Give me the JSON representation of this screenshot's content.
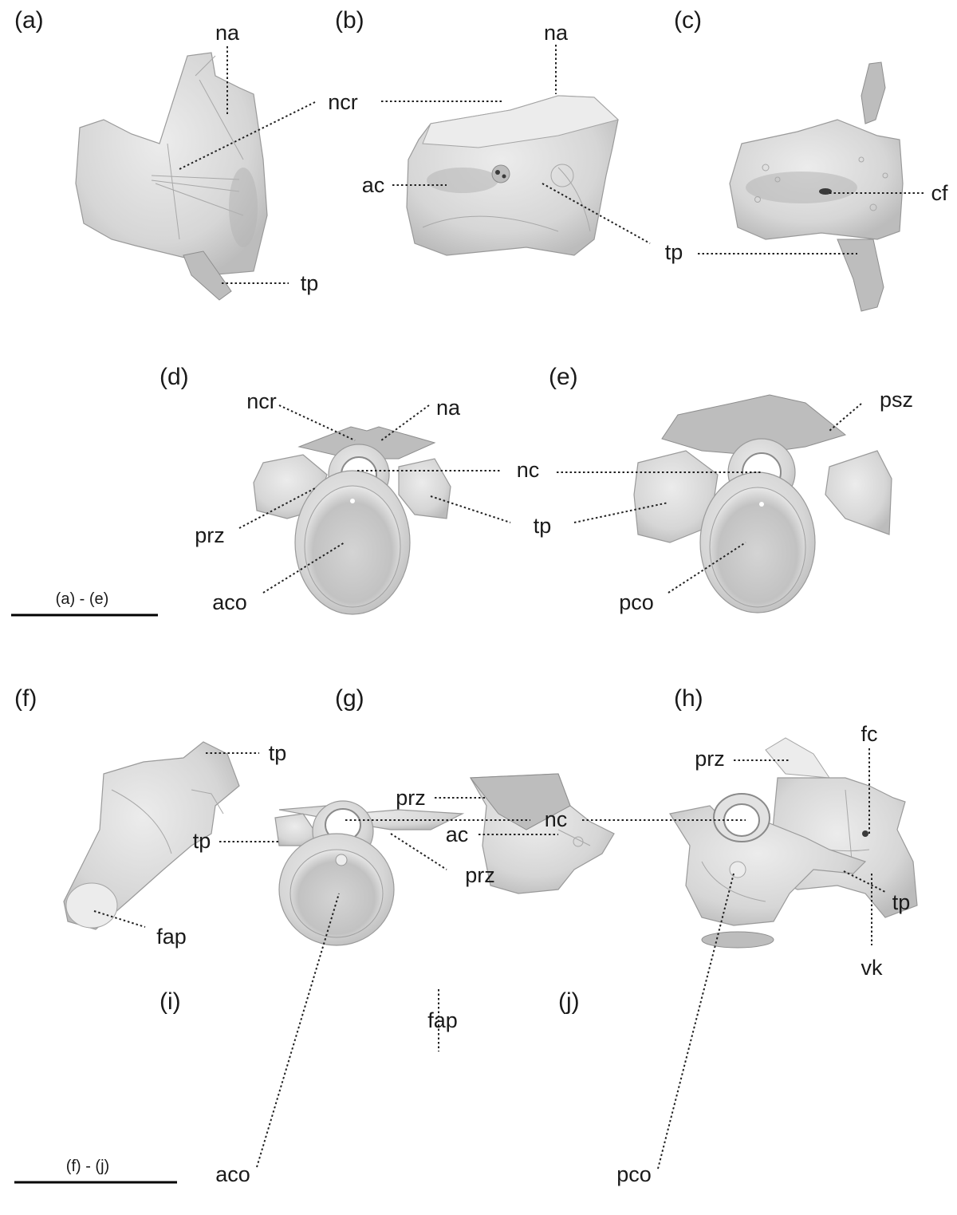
{
  "panels": [
    {
      "id": "a",
      "label": "(a)"
    },
    {
      "id": "b",
      "label": "(b)"
    },
    {
      "id": "c",
      "label": "(c)"
    },
    {
      "id": "d",
      "label": "(d)"
    },
    {
      "id": "e",
      "label": "(e)"
    },
    {
      "id": "f",
      "label": "(f)"
    },
    {
      "id": "g",
      "label": "(g)"
    },
    {
      "id": "h",
      "label": "(h)"
    },
    {
      "id": "i",
      "label": "(i)"
    },
    {
      "id": "j",
      "label": "(j)"
    }
  ],
  "annotations": {
    "a": [
      "na",
      "ncr",
      "tp"
    ],
    "b": [
      "na",
      "ac",
      "tp"
    ],
    "c": [
      "cf"
    ],
    "d": [
      "ncr",
      "na",
      "nc",
      "prz",
      "tp",
      "aco"
    ],
    "e": [
      "psz",
      "pco"
    ],
    "f": [
      "tp",
      "fap"
    ],
    "g": [
      "prz",
      "ac"
    ],
    "h": [
      "prz",
      "fc",
      "vk"
    ],
    "i": [
      "fap",
      "nc",
      "tp",
      "prz",
      "aco"
    ],
    "j": [
      "tp",
      "pco"
    ]
  },
  "scale_bars": [
    {
      "label": "(a) - (e)"
    },
    {
      "label": "(f) - (j)"
    }
  ],
  "colors": {
    "bone": "#dcdcdc",
    "bone_shadow": "#b4b4b4",
    "leader": "#222222",
    "text": "#1a1a1a"
  }
}
